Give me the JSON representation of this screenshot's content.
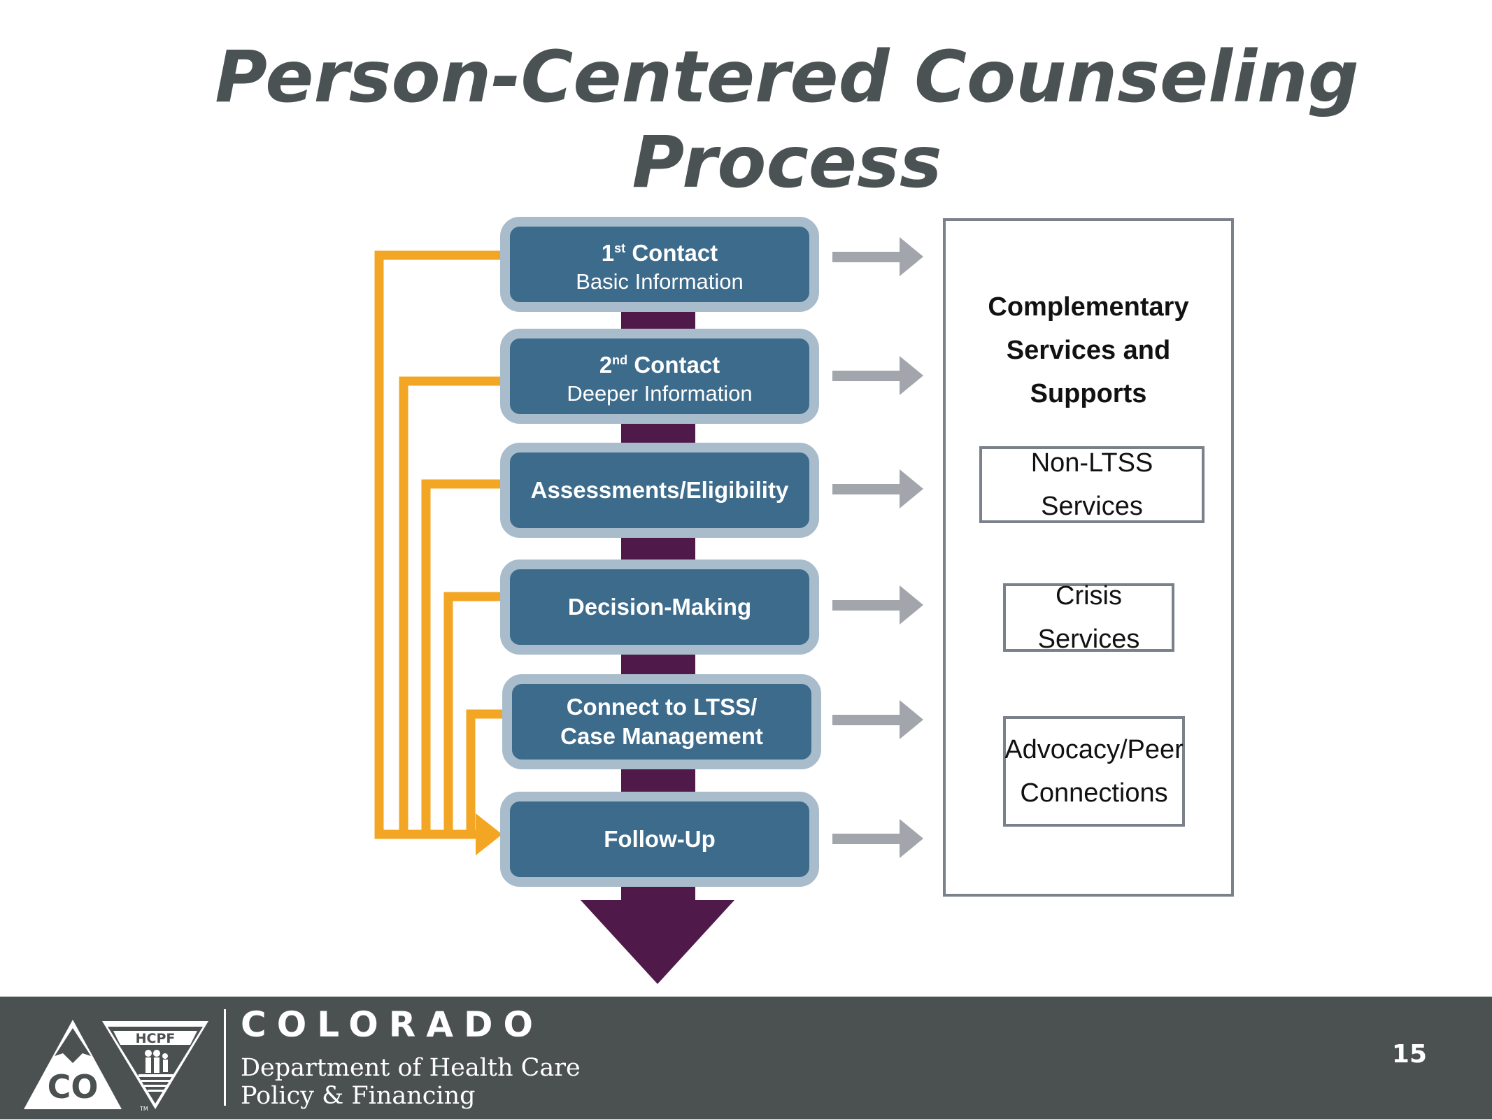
{
  "title": {
    "line1": "Person-Centered Counseling",
    "line2": "Process"
  },
  "steps": [
    {
      "ordinal": "1",
      "ordinal_suffix": "st",
      "label": "Contact",
      "subtitle": "Basic Information"
    },
    {
      "ordinal": "2",
      "ordinal_suffix": "nd",
      "label": "Contact",
      "subtitle": "Deeper Information"
    },
    {
      "label": "Assessments/Eligibility"
    },
    {
      "label": "Decision-Making"
    },
    {
      "label": "Connect to LTSS/",
      "label2": "Case Management"
    },
    {
      "label": "Follow-Up"
    }
  ],
  "panel": {
    "title_line1": "Complementary",
    "title_line2": "Services and Supports",
    "services": [
      {
        "line1": "Non-LTSS Services"
      },
      {
        "line1": "Crisis Services"
      },
      {
        "line1": "Advocacy/Peer",
        "line2": "Connections"
      }
    ]
  },
  "footer": {
    "logo_text": "HCPF",
    "logo_state": "CO",
    "logo_tm": "TM",
    "org_name": "COLORADO",
    "dept_line1": "Department of Health Care",
    "dept_line2": "Policy & Financing",
    "page_number": "15"
  },
  "colors": {
    "step_fill": "#3d6b8c",
    "step_border": "#a9bccb",
    "spine": "#4f1a4a",
    "feedback_arrows": "#f3a623",
    "service_arrows": "#a2a5ab",
    "panel_border": "#7a818b",
    "footer_bg": "#4a5150",
    "title_text": "#4a5253"
  }
}
